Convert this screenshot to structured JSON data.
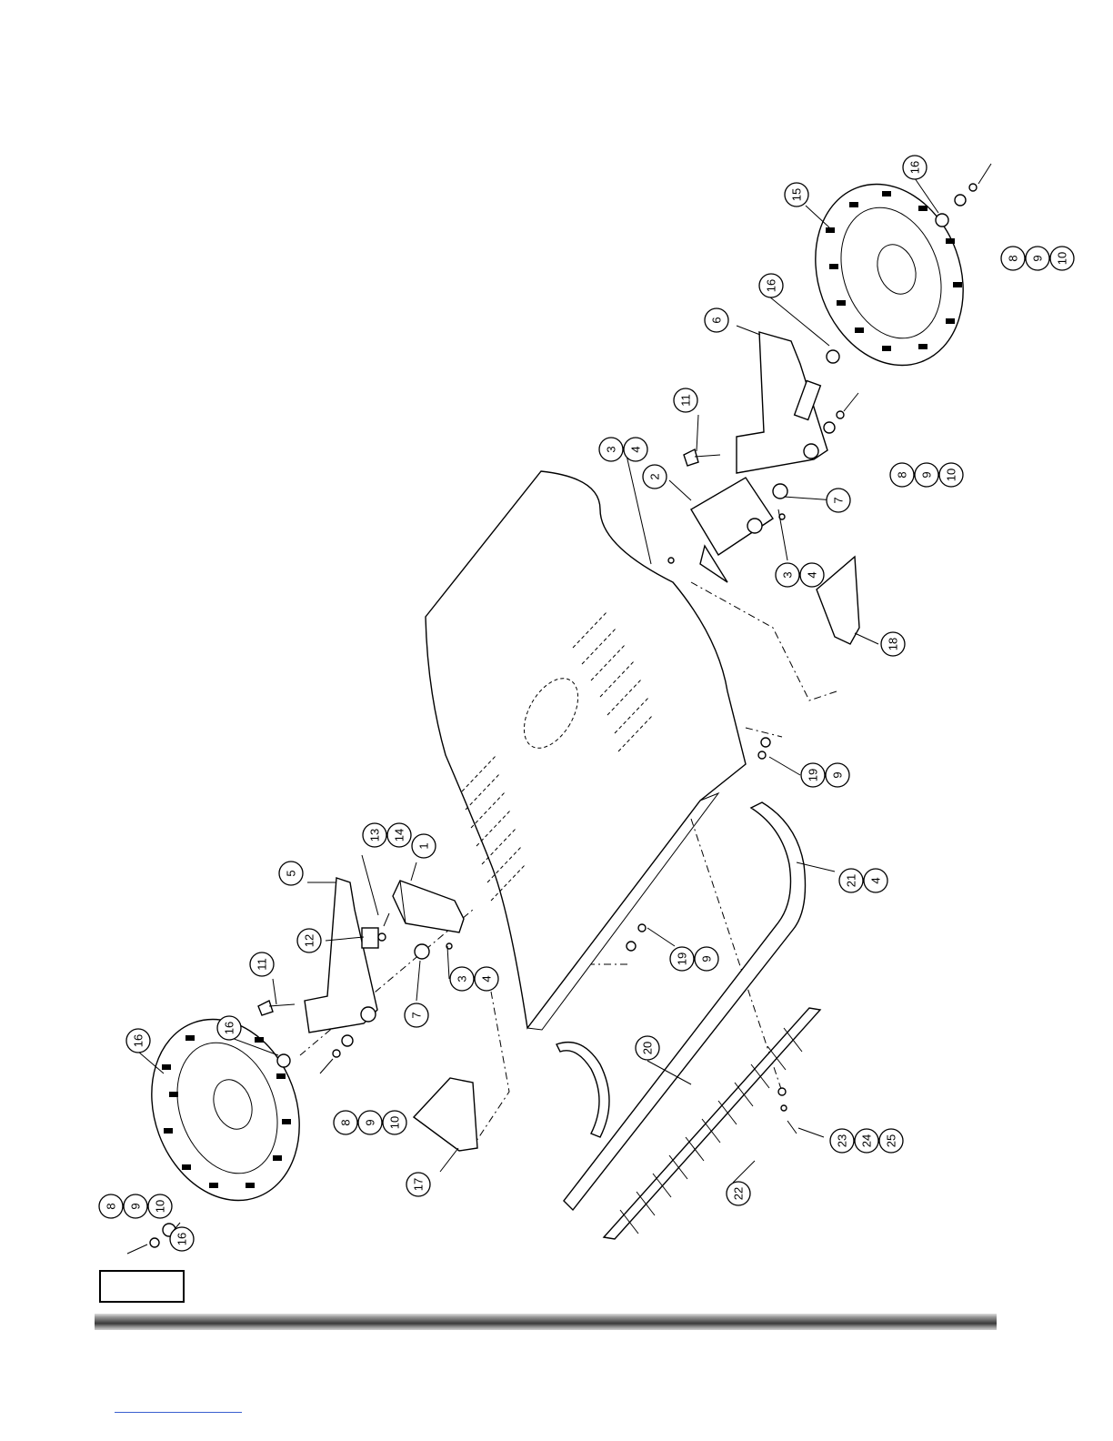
{
  "diagram": {
    "callouts": [
      {
        "id": "c1",
        "labels": [
          "1"
        ]
      },
      {
        "id": "c2",
        "labels": [
          "2"
        ]
      },
      {
        "id": "c3",
        "labels": [
          "3",
          "4"
        ]
      },
      {
        "id": "c4",
        "labels": [
          "3",
          "4"
        ]
      },
      {
        "id": "c5",
        "labels": [
          "3",
          "4"
        ]
      },
      {
        "id": "c6",
        "labels": [
          "5"
        ]
      },
      {
        "id": "c7",
        "labels": [
          "6"
        ]
      },
      {
        "id": "c8",
        "labels": [
          "7"
        ]
      },
      {
        "id": "c9",
        "labels": [
          "7"
        ]
      },
      {
        "id": "c10",
        "labels": [
          "8",
          "9",
          "10"
        ]
      },
      {
        "id": "c11",
        "labels": [
          "8",
          "9",
          "10"
        ]
      },
      {
        "id": "c12",
        "labels": [
          "8",
          "9",
          "10"
        ]
      },
      {
        "id": "c13",
        "labels": [
          "8",
          "9",
          "10"
        ]
      },
      {
        "id": "c14",
        "labels": [
          "11"
        ]
      },
      {
        "id": "c15",
        "labels": [
          "11"
        ]
      },
      {
        "id": "c16",
        "labels": [
          "12"
        ]
      },
      {
        "id": "c17",
        "labels": [
          "13",
          "14"
        ]
      },
      {
        "id": "c18",
        "labels": [
          "15"
        ]
      },
      {
        "id": "c19",
        "labels": [
          "16"
        ]
      },
      {
        "id": "c20",
        "labels": [
          "16"
        ]
      },
      {
        "id": "c21",
        "labels": [
          "16"
        ]
      },
      {
        "id": "c22",
        "labels": [
          "16"
        ]
      },
      {
        "id": "c23",
        "labels": [
          "16"
        ]
      },
      {
        "id": "c24",
        "labels": [
          "17"
        ]
      },
      {
        "id": "c25",
        "labels": [
          "18"
        ]
      },
      {
        "id": "c26",
        "labels": [
          "19",
          "9"
        ]
      },
      {
        "id": "c27",
        "labels": [
          "19",
          "9"
        ]
      },
      {
        "id": "c28",
        "labels": [
          "20"
        ]
      },
      {
        "id": "c29",
        "labels": [
          "21",
          "4"
        ]
      },
      {
        "id": "c30",
        "labels": [
          "22"
        ]
      },
      {
        "id": "c31",
        "labels": [
          "23",
          "24",
          "25"
        ]
      }
    ]
  }
}
